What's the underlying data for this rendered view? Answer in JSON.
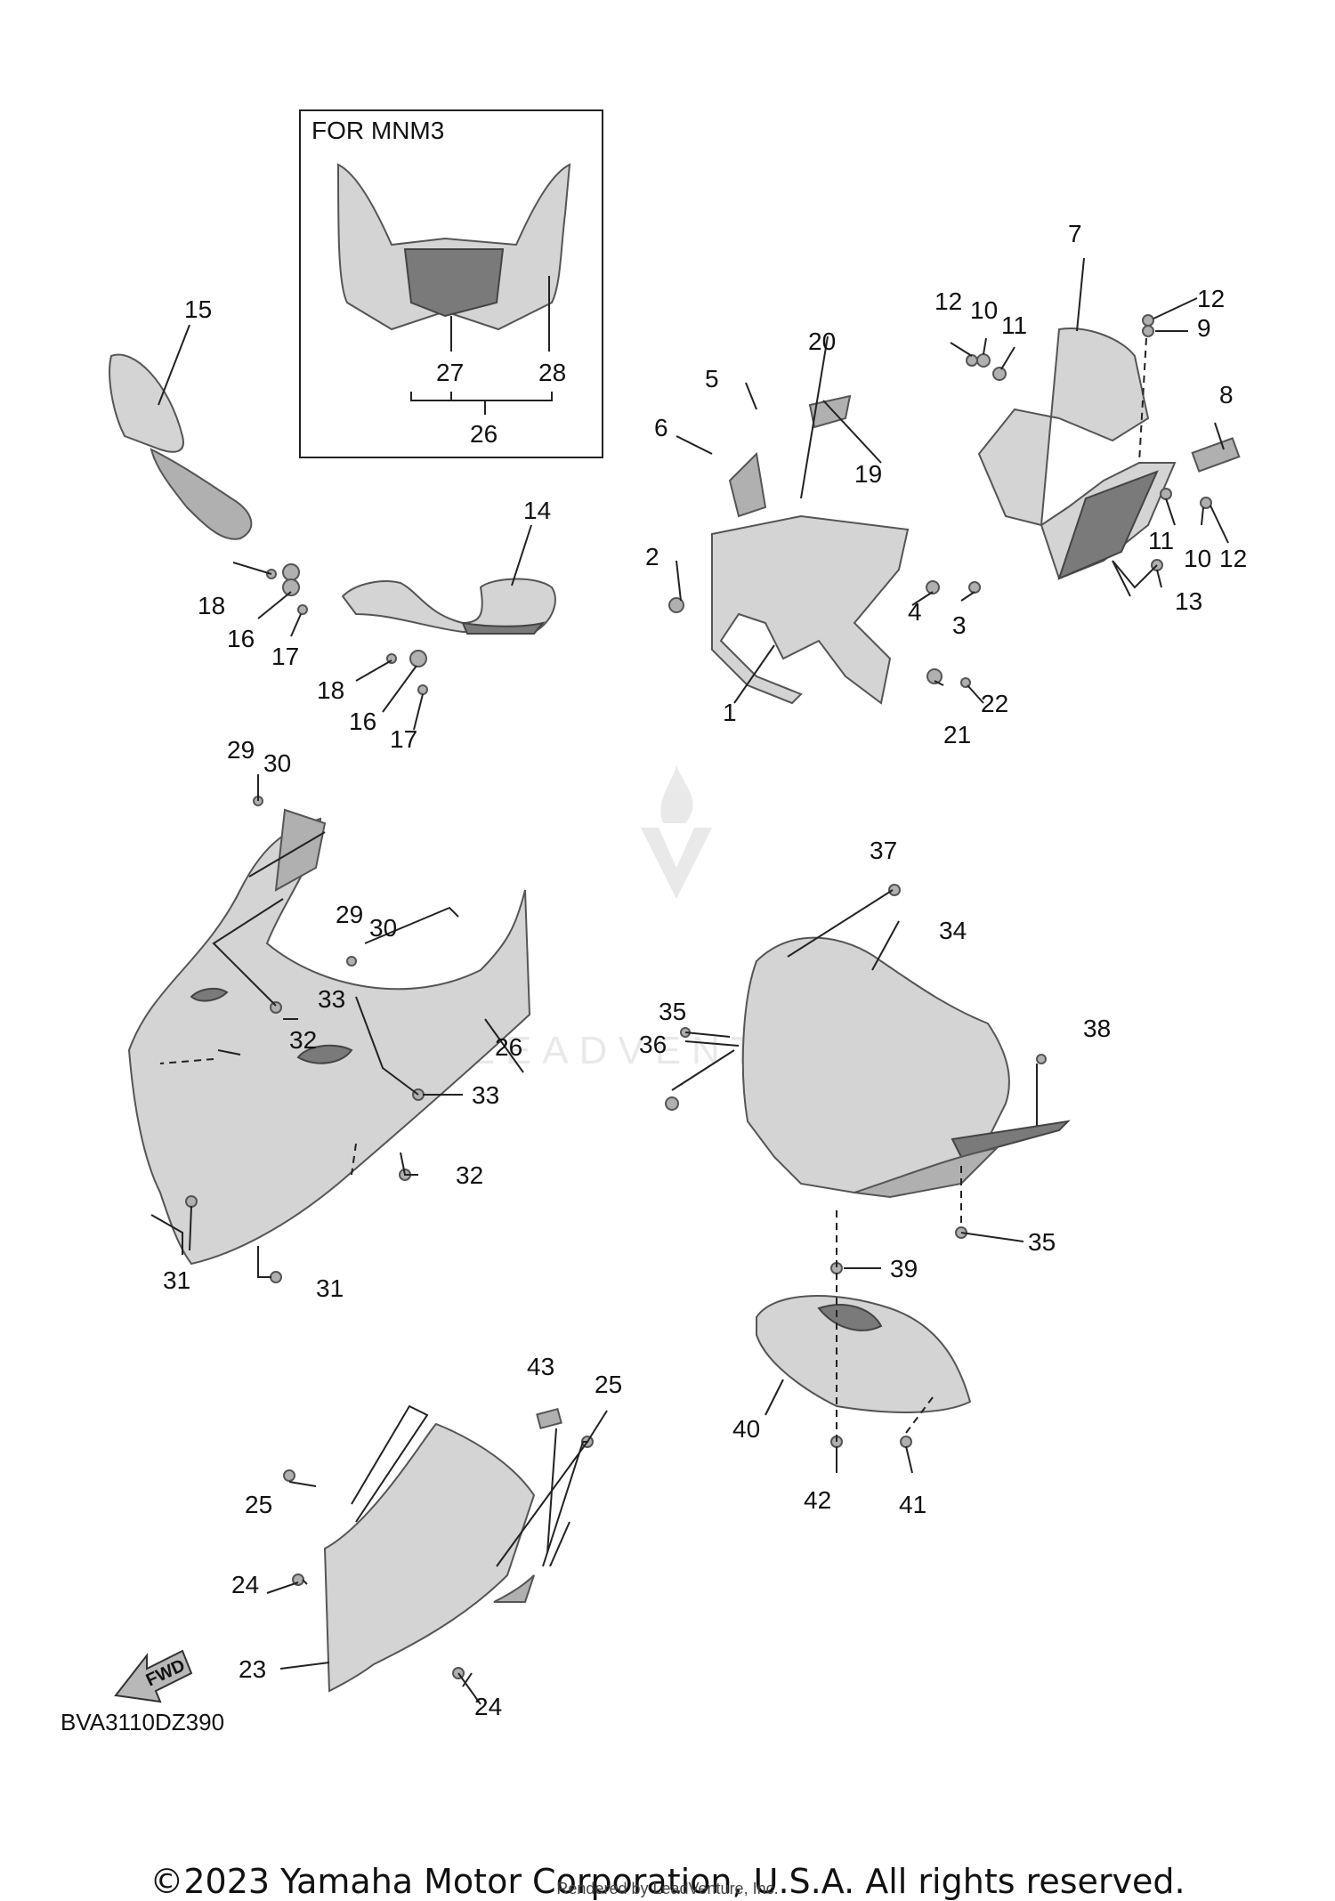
{
  "inset": {
    "title": "FOR MNM3"
  },
  "callouts": [
    {
      "id": "c1",
      "label": "1"
    },
    {
      "id": "c2",
      "label": "2"
    },
    {
      "id": "c3",
      "label": "3"
    },
    {
      "id": "c4",
      "label": "4"
    },
    {
      "id": "c5",
      "label": "5"
    },
    {
      "id": "c6",
      "label": "6"
    },
    {
      "id": "c7",
      "label": "7"
    },
    {
      "id": "c8",
      "label": "8"
    },
    {
      "id": "c9",
      "label": "9"
    },
    {
      "id": "c10a",
      "label": "10"
    },
    {
      "id": "c10b",
      "label": "10"
    },
    {
      "id": "c11a",
      "label": "11"
    },
    {
      "id": "c11b",
      "label": "11"
    },
    {
      "id": "c12a",
      "label": "12"
    },
    {
      "id": "c12b",
      "label": "12"
    },
    {
      "id": "c12c",
      "label": "12"
    },
    {
      "id": "c13",
      "label": "13"
    },
    {
      "id": "c14",
      "label": "14"
    },
    {
      "id": "c15",
      "label": "15"
    },
    {
      "id": "c16a",
      "label": "16"
    },
    {
      "id": "c16b",
      "label": "16"
    },
    {
      "id": "c17a",
      "label": "17"
    },
    {
      "id": "c17b",
      "label": "17"
    },
    {
      "id": "c18a",
      "label": "18"
    },
    {
      "id": "c18b",
      "label": "18"
    },
    {
      "id": "c19",
      "label": "19"
    },
    {
      "id": "c20",
      "label": "20"
    },
    {
      "id": "c21",
      "label": "21"
    },
    {
      "id": "c22",
      "label": "22"
    },
    {
      "id": "c23",
      "label": "23"
    },
    {
      "id": "c24a",
      "label": "24"
    },
    {
      "id": "c24b",
      "label": "24"
    },
    {
      "id": "c25a",
      "label": "25"
    },
    {
      "id": "c25b",
      "label": "25"
    },
    {
      "id": "c26a",
      "label": "26"
    },
    {
      "id": "c26b",
      "label": "26"
    },
    {
      "id": "c27",
      "label": "27"
    },
    {
      "id": "c28",
      "label": "28"
    },
    {
      "id": "c29a",
      "label": "29"
    },
    {
      "id": "c29b",
      "label": "29"
    },
    {
      "id": "c30a",
      "label": "30"
    },
    {
      "id": "c30b",
      "label": "30"
    },
    {
      "id": "c31a",
      "label": "31"
    },
    {
      "id": "c31b",
      "label": "31"
    },
    {
      "id": "c32a",
      "label": "32"
    },
    {
      "id": "c32b",
      "label": "32"
    },
    {
      "id": "c33a",
      "label": "33"
    },
    {
      "id": "c33b",
      "label": "33"
    },
    {
      "id": "c34",
      "label": "34"
    },
    {
      "id": "c35a",
      "label": "35"
    },
    {
      "id": "c35b",
      "label": "35"
    },
    {
      "id": "c36",
      "label": "36"
    },
    {
      "id": "c37",
      "label": "37"
    },
    {
      "id": "c38",
      "label": "38"
    },
    {
      "id": "c39",
      "label": "39"
    },
    {
      "id": "c40",
      "label": "40"
    },
    {
      "id": "c41",
      "label": "41"
    },
    {
      "id": "c42",
      "label": "42"
    },
    {
      "id": "c43",
      "label": "43"
    }
  ],
  "fwd_label": "FWD",
  "diagram_code": "BVA3110DZ390",
  "copyright": "©2023 Yamaha Motor Corporation, U.S.A. All rights reserved.",
  "rendered_by": "Rendered by LeadVenture, Inc.",
  "watermark": "LEADVENTURE"
}
